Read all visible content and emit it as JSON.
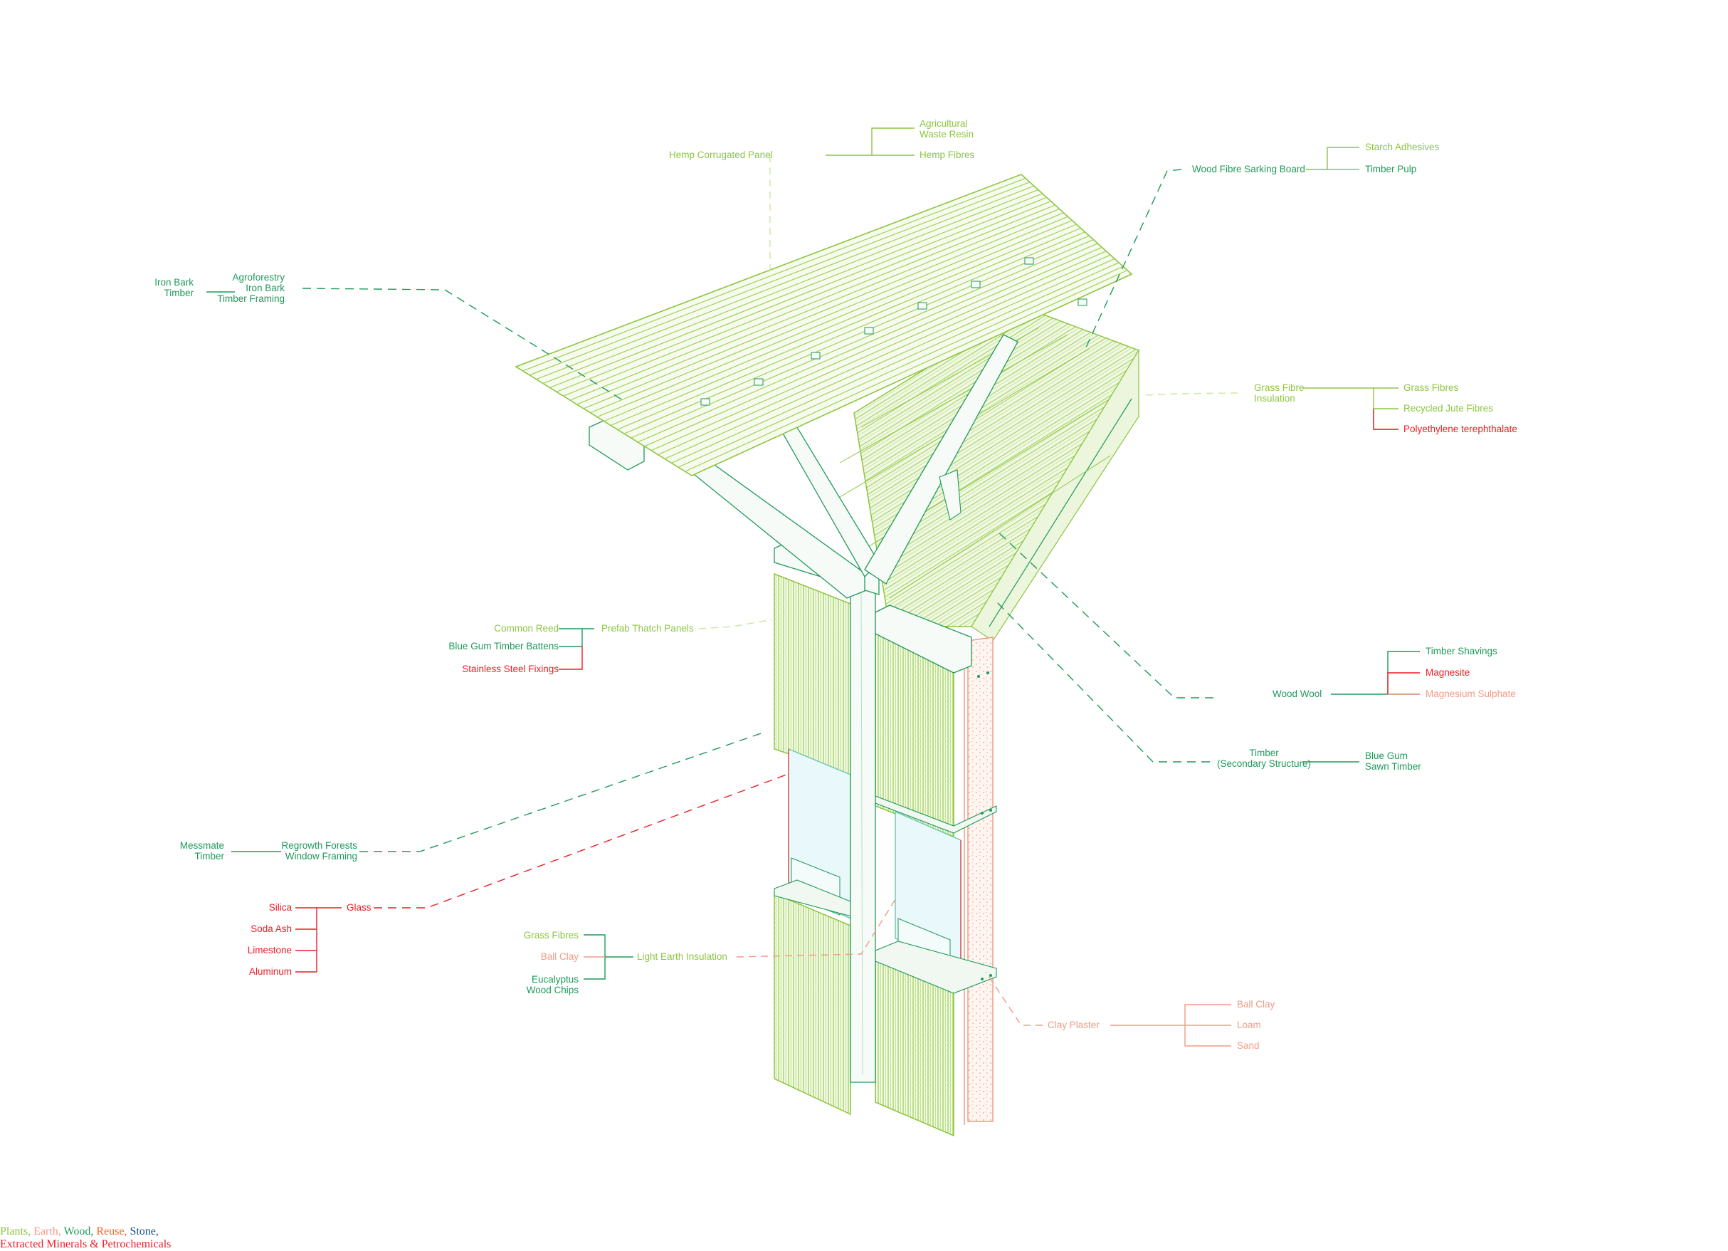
{
  "colors": {
    "plants": "#8cc63f",
    "earth": "#f29a86",
    "wood": "#1f9a5a",
    "reuse": "#f26522",
    "stone": "#1b4f8a",
    "minerals": "#ee1c24"
  },
  "labels": {
    "hemp_panel": "Hemp Corrugated Panel",
    "ag_waste_resin": "Agricultural\nWaste Resin",
    "hemp_fibres": "Hemp Fibres",
    "wood_fibre_board": "Wood Fibre Sarking Board",
    "starch_adhesives": "Starch Adhesives",
    "timber_pulp": "Timber Pulp",
    "iron_bark_timber": "Iron Bark\nTimber",
    "agroforestry": "Agroforestry\nIron Bark\nTimber Framing",
    "grass_fibre_insulation": "Grass Fibre\nInsulation",
    "grass_fibres_a": "Grass Fibres",
    "recycled_jute": "Recycled Jute Fibres",
    "pet": "Polyethylene terephthalate",
    "common_reed": "Common Reed",
    "prefab_thatch": "Prefab Thatch Panels",
    "blue_gum_battens": "Blue Gum Timber Battens",
    "stainless_fixings": "Stainless Steel Fixings",
    "timber_shavings": "Timber Shavings",
    "wood_wool": "Wood Wool",
    "magnesite": "Magnesite",
    "magnesium_sulphate": "Magnesium Sulphate",
    "timber_secondary": "Timber\n(Secondary Structure)",
    "blue_gum_sawn": "Blue Gum\nSawn Timber",
    "messmate": "Messmate\nTimber",
    "regrowth": "Regrowth Forests\nWindow Framing",
    "silica": "Silica",
    "glass": "Glass",
    "soda_ash": "Soda Ash",
    "limestone": "Limestone",
    "aluminum": "Aluminum",
    "grass_fibres_b": "Grass Fibres",
    "ball_clay_a": "Ball Clay",
    "light_earth": "Light Earth Insulation",
    "eucalyptus": "Eucalyptus\nWood Chips",
    "ball_clay_b": "Ball Clay",
    "clay_plaster": "Clay Plaster",
    "loam": "Loam",
    "sand": "Sand"
  },
  "legend": {
    "plants": "Plants,",
    "earth": "Earth,",
    "wood": "Wood,",
    "reuse": "Reuse,",
    "stone": "Stone,",
    "minerals": "Extracted Minerals & Petrochemicals"
  }
}
